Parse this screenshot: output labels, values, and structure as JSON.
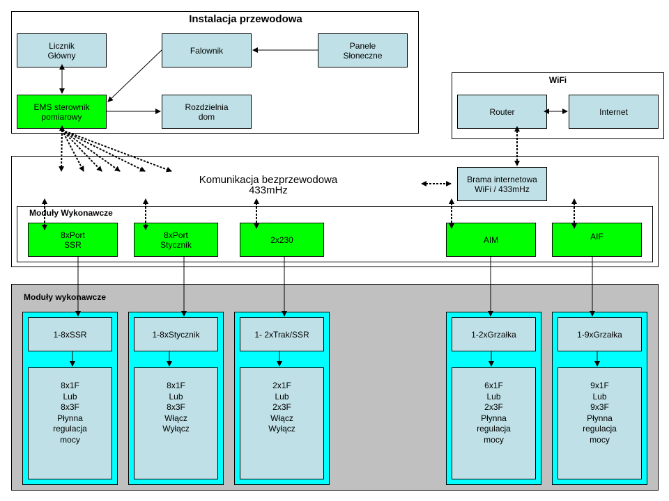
{
  "installation": {
    "title": "Instalacja przewodowa",
    "licznik": "Licznik\nGłówny",
    "falownik": "Falownik",
    "panele": "Panele\nSłoneczne",
    "ems": "EMS sterownik\npomiarowy",
    "rozdzielnia": "Rozdzielnia\ndom"
  },
  "wifi": {
    "title": "WiFi",
    "router": "Router",
    "internet": "Internet"
  },
  "wireless": {
    "title": "Komunikacja bezprzewodowa\n433mHz",
    "brama": "Brama internetowa\nWiFi / 433mHz",
    "modules_title": "Moduły Wykonawcze",
    "modules": [
      {
        "label": "8xPort\nSSR"
      },
      {
        "label": "8xPort\nStycznik"
      },
      {
        "label": "2x230"
      },
      {
        "label": "AIM"
      },
      {
        "label": "AIF"
      }
    ]
  },
  "executive": {
    "title": "Moduły wykonawcze",
    "columns": [
      {
        "head": "1-8xSSR",
        "detail": "8x1F\nLub\n8x3F\nPłynna\nregulacja\nmocy"
      },
      {
        "head": "1-8xStycznik",
        "detail": "8x1F\nLub\n8x3F\nWłącz\nWyłącz"
      },
      {
        "head": "1- 2xTrak/SSR",
        "detail": "2x1F\nLub\n2x3F\nWłącz\nWyłącz"
      },
      {
        "head": "1-2xGrzałka",
        "detail": "6x1F\nLub\n2x3F\nPłynna\nregulacja\nmocy"
      },
      {
        "head": "1-9xGrzałka",
        "detail": "9x1F\nLub\n9x3F\nPłynna\nregulacja\nmocy"
      }
    ]
  }
}
